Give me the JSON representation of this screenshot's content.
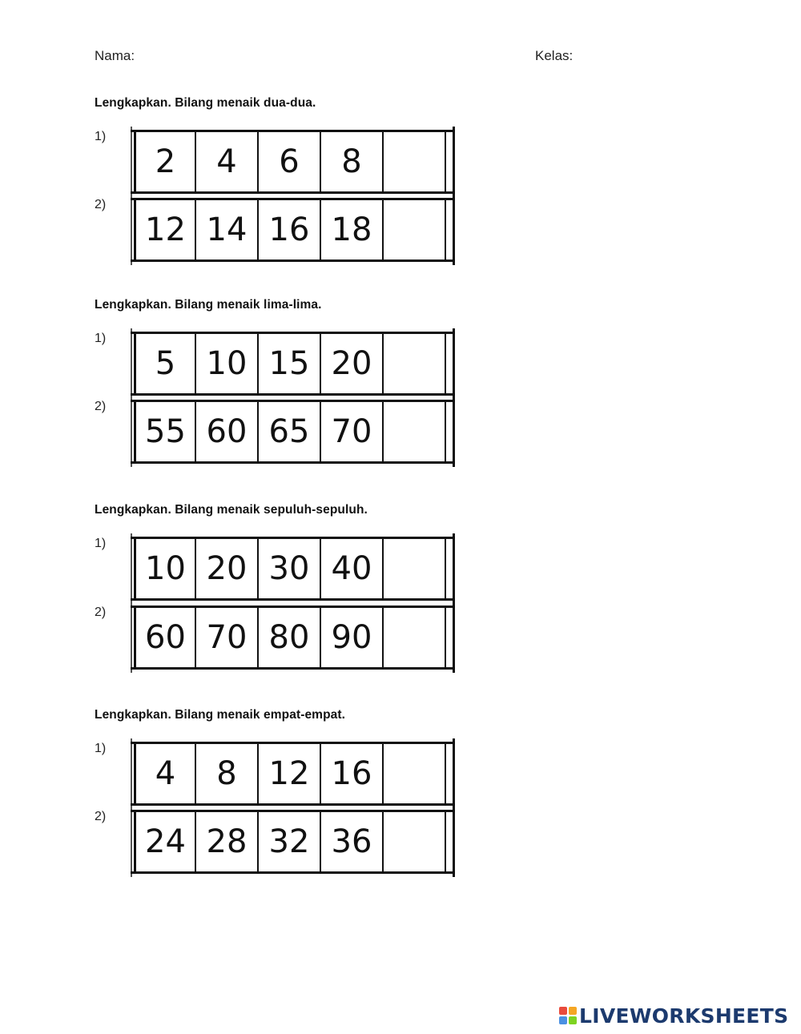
{
  "header": {
    "name_label": "Nama:",
    "class_label": "Kelas:"
  },
  "sections": [
    {
      "title": "Lengkapkan. Bilang menaik dua-dua.",
      "rows": [
        {
          "label": "1)",
          "values": [
            "2",
            "4",
            "6",
            "8",
            ""
          ]
        },
        {
          "label": "2)",
          "values": [
            "12",
            "14",
            "16",
            "18",
            ""
          ]
        }
      ]
    },
    {
      "title": "Lengkapkan. Bilang menaik lima-lima.",
      "rows": [
        {
          "label": "1)",
          "values": [
            "5",
            "10",
            "15",
            "20",
            ""
          ]
        },
        {
          "label": "2)",
          "values": [
            "55",
            "60",
            "65",
            "70",
            ""
          ]
        }
      ]
    },
    {
      "title": "Lengkapkan. Bilang menaik sepuluh-sepuluh.",
      "rows": [
        {
          "label": "1)",
          "values": [
            "10",
            "20",
            "30",
            "40",
            ""
          ]
        },
        {
          "label": "2)",
          "values": [
            "60",
            "70",
            "80",
            "90",
            ""
          ]
        }
      ]
    },
    {
      "title": "Lengkapkan. Bilang menaik empat-empat.",
      "rows": [
        {
          "label": "1)",
          "values": [
            "4",
            "8",
            "12",
            "16",
            ""
          ]
        },
        {
          "label": "2)",
          "values": [
            "24",
            "28",
            "32",
            "36",
            ""
          ]
        }
      ]
    }
  ],
  "brand": {
    "text": "LIVEWORKSHEETS",
    "colors": [
      "#e94b3c",
      "#f5a623",
      "#4a90e2",
      "#7ed321"
    ]
  }
}
